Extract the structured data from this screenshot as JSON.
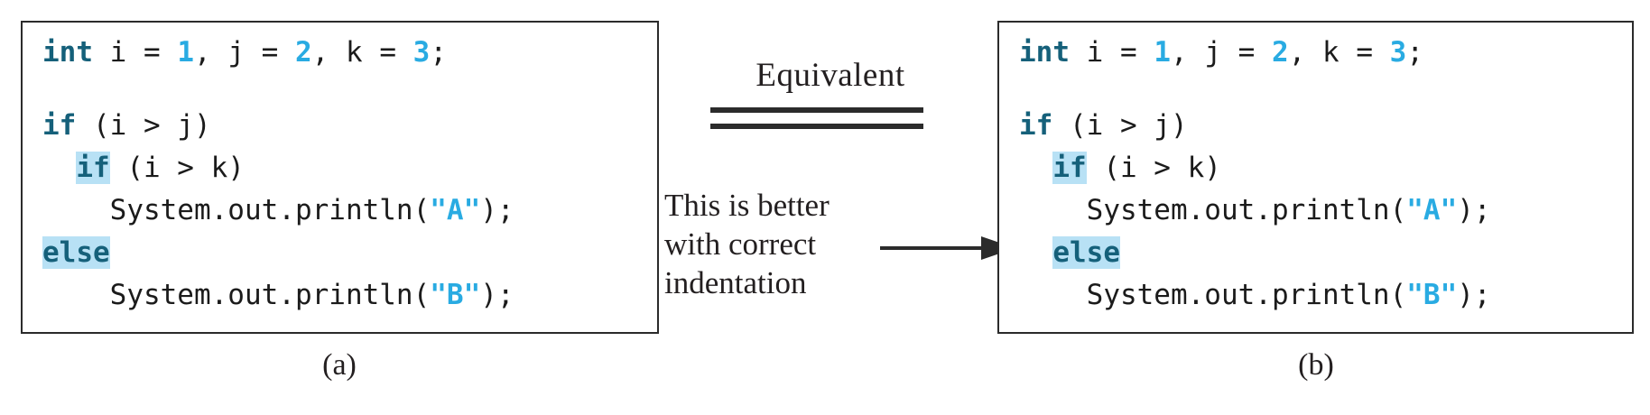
{
  "figure": {
    "caption_a": "(a)",
    "caption_b": "(b)",
    "equivalent_label": "Equivalent",
    "note_lines": [
      "This is better",
      "with correct",
      "indentation"
    ]
  },
  "colors": {
    "keyword": "#15607a",
    "literal": "#29abe2",
    "string": "#29abe2",
    "plain_text": "#1b1b1b",
    "highlight_background": "#b8e1f5",
    "box_border": "#2b2b2b",
    "prose_text": "#231f20",
    "page_background": "#ffffff"
  },
  "box_a": {
    "lines": [
      [
        {
          "t": "int",
          "c": "kw"
        },
        {
          "t": " i ",
          "c": "plain"
        },
        {
          "t": "= ",
          "c": "plain"
        },
        {
          "t": "1",
          "c": "lit"
        },
        {
          "t": ", j ",
          "c": "plain"
        },
        {
          "t": "= ",
          "c": "plain"
        },
        {
          "t": "2",
          "c": "lit"
        },
        {
          "t": ", k ",
          "c": "plain"
        },
        {
          "t": "= ",
          "c": "plain"
        },
        {
          "t": "3",
          "c": "lit"
        },
        {
          "t": ";",
          "c": "plain"
        }
      ],
      [],
      [
        {
          "t": "if",
          "c": "kw"
        },
        {
          "t": " (i > j)",
          "c": "plain"
        }
      ],
      [
        {
          "t": "  ",
          "c": "plain"
        },
        {
          "t": "if",
          "c": "kw-hl"
        },
        {
          "t": " (i > k)",
          "c": "plain"
        }
      ],
      [
        {
          "t": "    System.out.println(",
          "c": "plain"
        },
        {
          "t": "\"A\"",
          "c": "str"
        },
        {
          "t": ");",
          "c": "plain"
        }
      ],
      [
        {
          "t": "else",
          "c": "kw-hl"
        }
      ],
      [
        {
          "t": "    System.out.println(",
          "c": "plain"
        },
        {
          "t": "\"B\"",
          "c": "str"
        },
        {
          "t": ");",
          "c": "plain"
        }
      ]
    ],
    "plain_text": "int i = 1, j = 2, k = 3;\n\nif (i > j)\n  if (i > k)\n    System.out.println(\"A\");\nelse\n    System.out.println(\"B\");"
  },
  "box_b": {
    "lines": [
      [
        {
          "t": "int",
          "c": "kw"
        },
        {
          "t": " i ",
          "c": "plain"
        },
        {
          "t": "= ",
          "c": "plain"
        },
        {
          "t": "1",
          "c": "lit"
        },
        {
          "t": ", j ",
          "c": "plain"
        },
        {
          "t": "= ",
          "c": "plain"
        },
        {
          "t": "2",
          "c": "lit"
        },
        {
          "t": ", k ",
          "c": "plain"
        },
        {
          "t": "= ",
          "c": "plain"
        },
        {
          "t": "3",
          "c": "lit"
        },
        {
          "t": ";",
          "c": "plain"
        }
      ],
      [],
      [
        {
          "t": "if",
          "c": "kw"
        },
        {
          "t": " (i > j)",
          "c": "plain"
        }
      ],
      [
        {
          "t": "  ",
          "c": "plain"
        },
        {
          "t": "if",
          "c": "kw-hl"
        },
        {
          "t": " (i > k)",
          "c": "plain"
        }
      ],
      [
        {
          "t": "    System.out.println(",
          "c": "plain"
        },
        {
          "t": "\"A\"",
          "c": "str"
        },
        {
          "t": ");",
          "c": "plain"
        }
      ],
      [
        {
          "t": "  ",
          "c": "plain"
        },
        {
          "t": "else",
          "c": "kw-hl"
        }
      ],
      [
        {
          "t": "    System.out.println(",
          "c": "plain"
        },
        {
          "t": "\"B\"",
          "c": "str"
        },
        {
          "t": ");",
          "c": "plain"
        }
      ]
    ],
    "plain_text": "int i = 1, j = 2, k = 3;\n\nif (i > j)\n  if (i > k)\n    System.out.println(\"A\");\n  else\n    System.out.println(\"B\");"
  }
}
